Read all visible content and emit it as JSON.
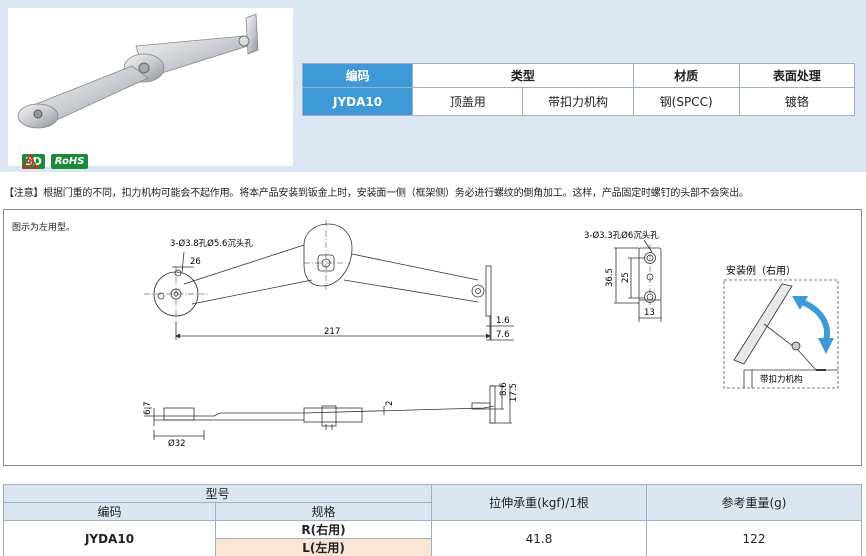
{
  "badges": {
    "threeD": "3D",
    "rohs": "RoHS"
  },
  "spec_table": {
    "headers": [
      "编码",
      "类型",
      "材质",
      "表面处理"
    ],
    "row": {
      "code": "JYDA10",
      "type1": "顶盖用",
      "type2": "带扣力机构",
      "material": "钢(SPCC)",
      "finish": "镀铬"
    }
  },
  "note": "【注意】根据门重的不同，扣力机构可能会不起作用。将本产品安装到钣金上时，安装面一侧（框架侧）务必进行螺纹的倒角加工。这样，产品固定时螺钉的头部不会突出。",
  "drawing": {
    "caption": "图示为左用型。",
    "hole_label_1": "3-Ø3.8孔Ø5.6沉头孔",
    "hole_label_2": "3-Ø3.3孔Ø6沉头孔",
    "dim_26": "26",
    "dim_217": "217",
    "dim_1_6": "1.6",
    "dim_7_6": "7.6",
    "dim_36_5": "36.5",
    "dim_25": "25",
    "dim_13": "13",
    "dim_6_7": "6.7",
    "dim_2": "2",
    "dim_8_6": "8.6",
    "dim_17_5": "17.5",
    "dim_phi32": "Ø32",
    "install_title": "安装例（右用）",
    "install_label": "带扣力机构"
  },
  "model_table": {
    "h_model": "型号",
    "h_code": "编码",
    "h_spec": "规格",
    "h_load": "拉伸承重(kgf)/1根",
    "h_weight": "参考重量(g)",
    "code": "JYDA10",
    "spec_r": "R(右用)",
    "spec_l": "L(左用)",
    "load": "41.8",
    "weight": "122"
  },
  "colors": {
    "header_blue": "#3e9ad6",
    "banner_bg": "#dde7f3",
    "rohs_green": "#1d8a3a",
    "warn_red": "#d9262c",
    "alt_row": "#fbe6d6"
  }
}
